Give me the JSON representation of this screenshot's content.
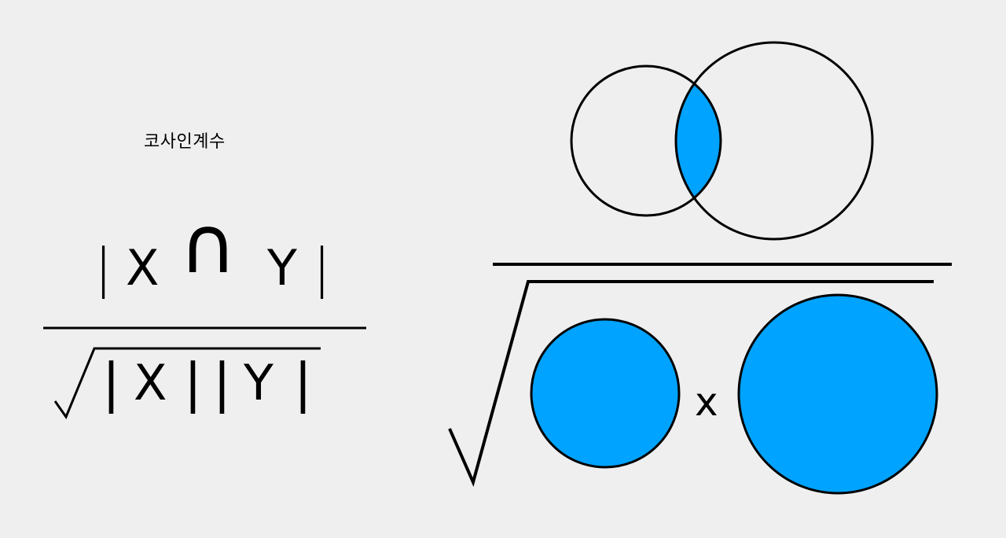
{
  "title": "코사인계수",
  "formula": {
    "left_bar": "|",
    "set_x": "X",
    "intersection_symbol": "∩",
    "set_y": "Y",
    "right_bar": "|"
  },
  "denominator": {
    "bar1": "|",
    "set_x": "X",
    "bar2": "|",
    "bar3": "|",
    "set_y": "Y",
    "bar4": "|"
  },
  "visual": {
    "multiply_symbol": "x"
  },
  "colors": {
    "background": "#efefef",
    "fill": "#00a3ff",
    "stroke": "#000000"
  }
}
